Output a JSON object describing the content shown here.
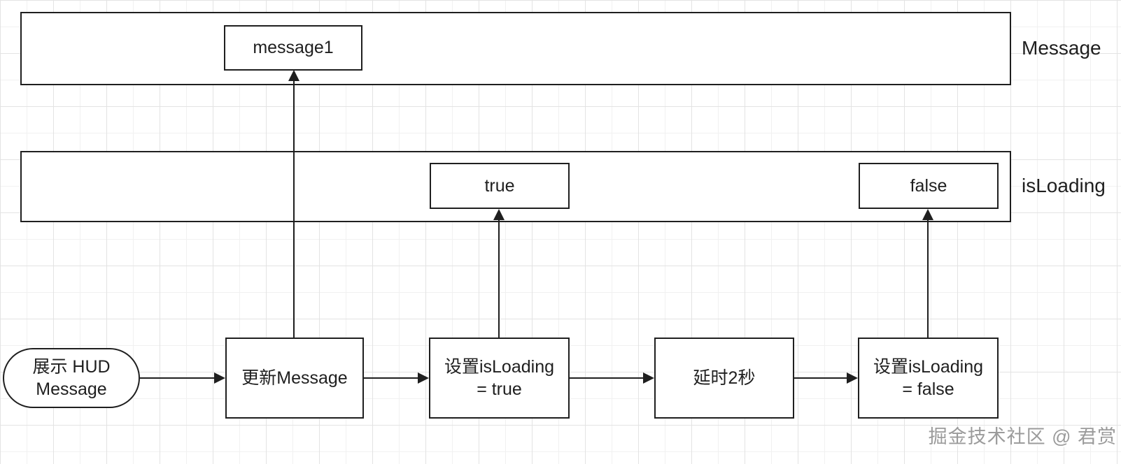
{
  "lanes": [
    {
      "label": "Message",
      "boxes": [
        {
          "text": "message1"
        }
      ]
    },
    {
      "label": "isLoading",
      "boxes": [
        {
          "text": "true"
        },
        {
          "text": "false"
        }
      ]
    }
  ],
  "flow": {
    "start": {
      "lines": [
        "展示 HUD",
        "Message"
      ]
    },
    "steps": [
      {
        "lines": [
          "更新Message"
        ]
      },
      {
        "lines": [
          "设置isLoading",
          "= true"
        ]
      },
      {
        "lines": [
          "延时2秒"
        ]
      },
      {
        "lines": [
          "设置isLoading",
          "= false"
        ]
      }
    ]
  },
  "watermark": "掘金技术社区 @ 君赏",
  "colors": {
    "stroke": "#1f1f1f",
    "grid_minor": "#f1f1f1",
    "grid_major": "#e3e3e3",
    "watermark_text": "#9b9b9b"
  }
}
